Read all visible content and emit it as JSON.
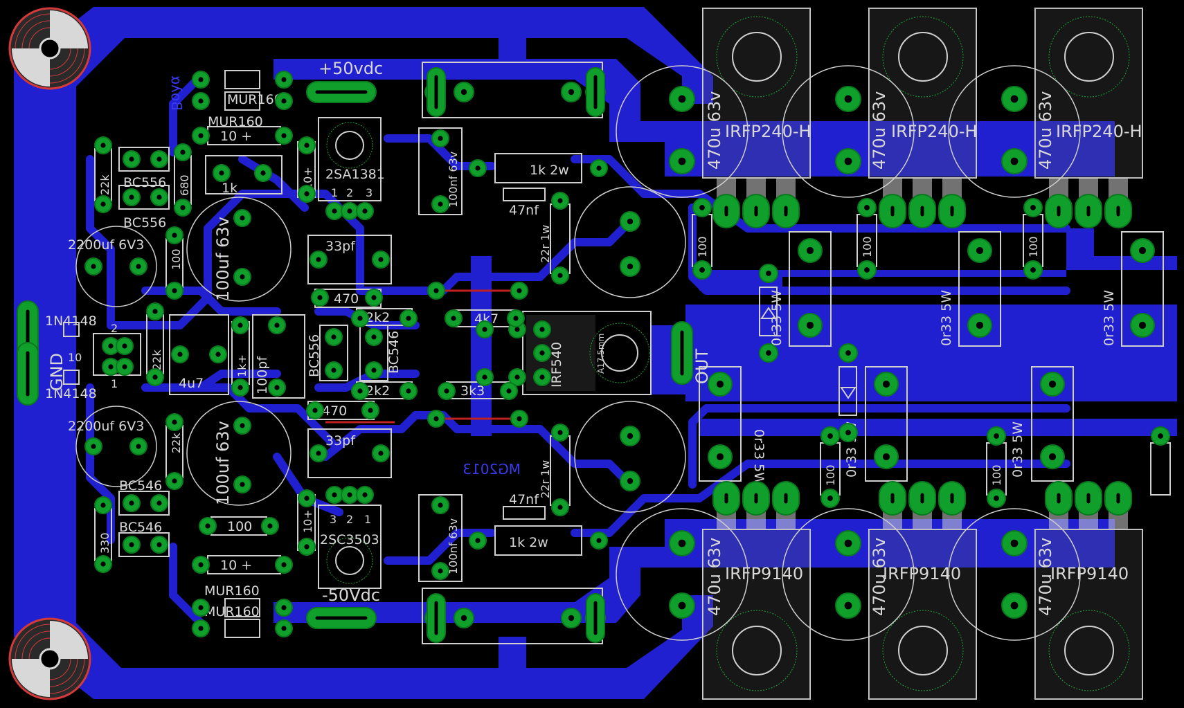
{
  "board": {
    "colors": {
      "background": "#000000",
      "copper_bottom": "#2020d0",
      "copper_top": "#c02020",
      "pad": "#0f9f2a",
      "silkscreen": "#d8d8d8",
      "mounting_hole": "#d43a3a"
    }
  },
  "labels": {
    "supply_pos": "+50vdc",
    "supply_neg": "-50Vdc",
    "gnd": "GND",
    "out": "OUT",
    "mirror_text_top": "Βολα",
    "mirror_text_mid": "MG2013"
  },
  "diodes": {
    "d1": "MUR160",
    "d2": "MUR160",
    "d3": "MUR160",
    "d4": "MUR160",
    "in1": "1N4148",
    "in2": "1N4148"
  },
  "transistors": {
    "q_bc556_a": "BC556",
    "q_bc556_b": "BC556",
    "q_bc546_a": "BC546",
    "q_bc546_b": "BC546",
    "q_bc556_c": "BC556",
    "q_bc546_c": "BC546",
    "q_2sa": "2SA1381",
    "q_2sc": "2SC3503",
    "q_irf": "IRF540",
    "heatsink": "A17.5mm",
    "pin1": "1",
    "pin2": "2",
    "pin3": "3"
  },
  "resistors": {
    "r_10a": "10 +",
    "r_10b": "10 +",
    "r_1k": "1k",
    "r_22k_a": "22k",
    "r_22k_b": "22k",
    "r_22k_c": "22k",
    "r_680": "680",
    "r_100a": "100",
    "r_100b": "100",
    "r_330": "330",
    "r_10p_a": "10+",
    "r_10p_b": "10+",
    "r_470a": "470",
    "r_470b": "470",
    "r_2k2a": "2k2",
    "r_2k2b": "2k2",
    "r_4k7": "4k7",
    "r_3k3": "3k3",
    "r_1k_mid": "1k+",
    "r_1k2w_a": "1k 2w",
    "r_1k2w_b": "1k 2w",
    "r_22r_a": "22r 1w",
    "r_22r_b": "22r 1w",
    "r_gate": "100",
    "r_emit": "0r33 5W"
  },
  "capacitors": {
    "c_2200a": "2200uf 6V3",
    "c_2200b": "2200uf 6V3",
    "c_100u_a": "100uf 63v",
    "c_100u_b": "100uf 63v",
    "c_33pf_a": "33pf",
    "c_33pf_b": "33pf",
    "c_100pf": "100pf",
    "c_4u7": "4u7",
    "c_100nf_a": "100nf 63v",
    "c_100nf_b": "100nf 63v",
    "c_47nf_a": "47nf",
    "c_47nf_b": "47nf",
    "c_470u": "470u 63v"
  },
  "mosfets": {
    "top": [
      "IRFP240-H",
      "IRFP240-H",
      "IRFP240-H"
    ],
    "bottom": [
      "IRFP9140",
      "IRFP9140",
      "IRFP9140"
    ]
  },
  "connector": {
    "j_label": "10",
    "pin1": "1",
    "pin2": "2"
  }
}
